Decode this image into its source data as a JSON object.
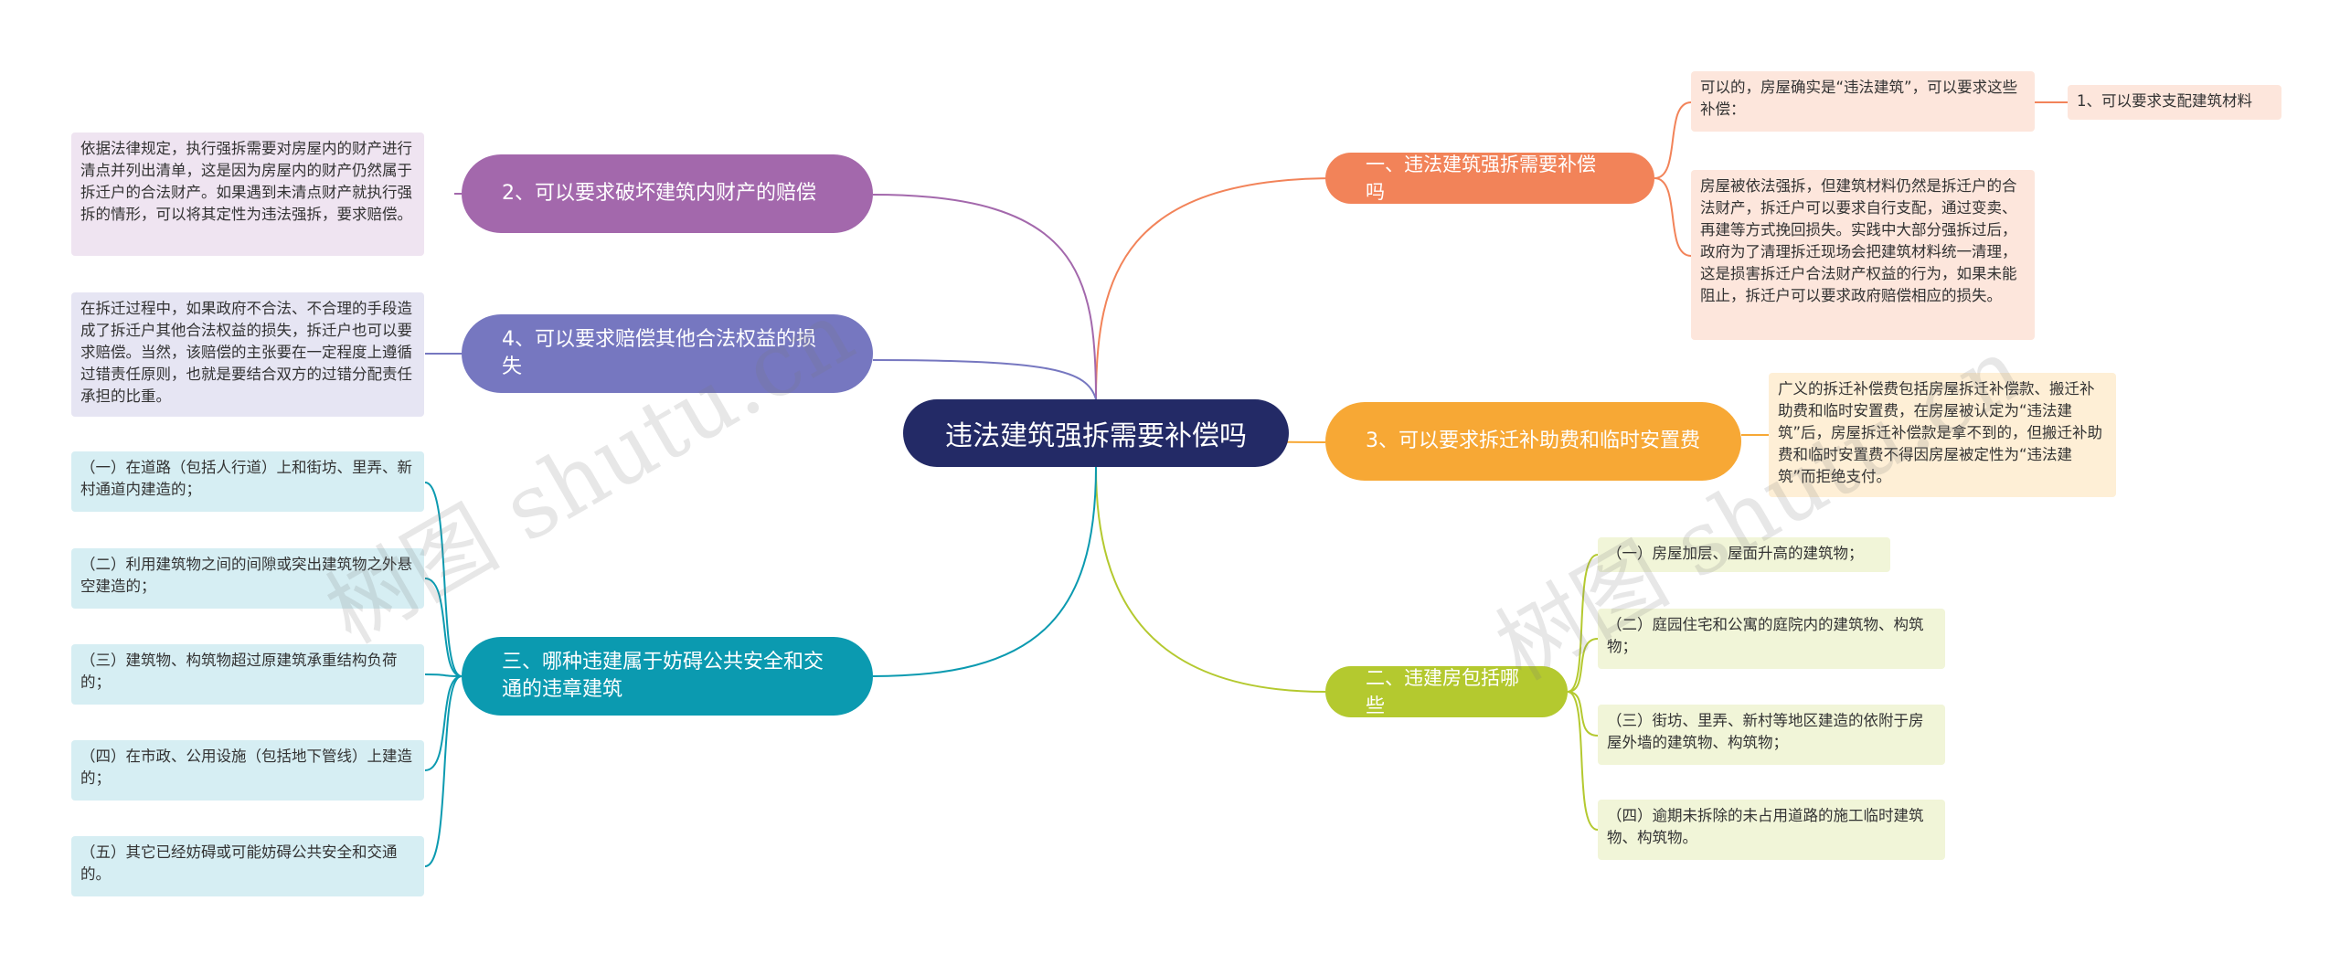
{
  "root": "违法建筑强拆需要补偿吗",
  "branches": {
    "b1": {
      "label": "一、违法建筑强拆需要补偿吗",
      "color": "#f28359"
    },
    "b2": {
      "label": "2、可以要求破坏建筑内财产的赔偿",
      "color": "#a368ac"
    },
    "b3": {
      "label": "3、可以要求拆迁补助费和临时安置费",
      "color": "#f7a835"
    },
    "b4": {
      "label": "4、可以要求赔偿其他合法权益的损失",
      "color": "#7677c0"
    },
    "b5": {
      "label": "二、违建房包括哪些",
      "color": "#b4c92f"
    },
    "b6": {
      "label": "三、哪种违建属于妨碍公共安全和交通的违章建筑",
      "color": "#0b9ab0"
    }
  },
  "leaves": {
    "b1_a": "可以的，房屋确实是“违法建筑”，可以要求这些补偿：",
    "b1_a_child": "1、可以要求支配建筑材料",
    "b1_b": "房屋被依法强拆，但建筑材料仍然是拆迁户的合法财产，拆迁户可以要求自行支配，通过变卖、再建等方式挽回损失。实践中大部分强拆过后，政府为了清理拆迁现场会把建筑材料统一清理，这是损害拆迁户合法财产权益的行为，如果未能阻止，拆迁户可以要求政府赔偿相应的损失。",
    "b2_a": "依据法律规定，执行强拆需要对房屋内的财产进行清点并列出清单，这是因为房屋内的财产仍然属于拆迁户的合法财产。如果遇到未清点财产就执行强拆的情形，可以将其定性为违法强拆，要求赔偿。",
    "b3_a": "广义的拆迁补偿费包括房屋拆迁补偿款、搬迁补助费和临时安置费，在房屋被认定为“违法建筑”后，房屋拆迁补偿款是拿不到的，但搬迁补助费和临时安置费不得因房屋被定性为“违法建筑”而拒绝支付。",
    "b4_a": "在拆迁过程中，如果政府不合法、不合理的手段造成了拆迁户其他合法权益的损失，拆迁户也可以要求赔偿。当然，该赔偿的主张要在一定程度上遵循过错责任原则，也就是要结合双方的过错分配责任承担的比重。",
    "b5_items": [
      "（一）房屋加层、屋面升高的建筑物；",
      "（二）庭园住宅和公寓的庭院内的建筑物、构筑物；",
      "（三）街坊、里弄、新村等地区建造的依附于房屋外墙的建筑物、构筑物；",
      "（四）逾期未拆除的未占用道路的施工临时建筑物、构筑物。"
    ],
    "b6_items": [
      "（一）在道路（包括人行道）上和街坊、里弄、新村通道内建造的；",
      "（二）利用建筑物之间的间隙或突出建筑物之外悬空建造的；",
      "（三）建筑物、构筑物超过原建筑承重结构负荷的；",
      "（四）在市政、公用设施（包括地下管线）上建造的；",
      "（五）其它已经妨碍或可能妨碍公共安全和交通的。"
    ]
  },
  "watermark": "树图 shutu.cn"
}
